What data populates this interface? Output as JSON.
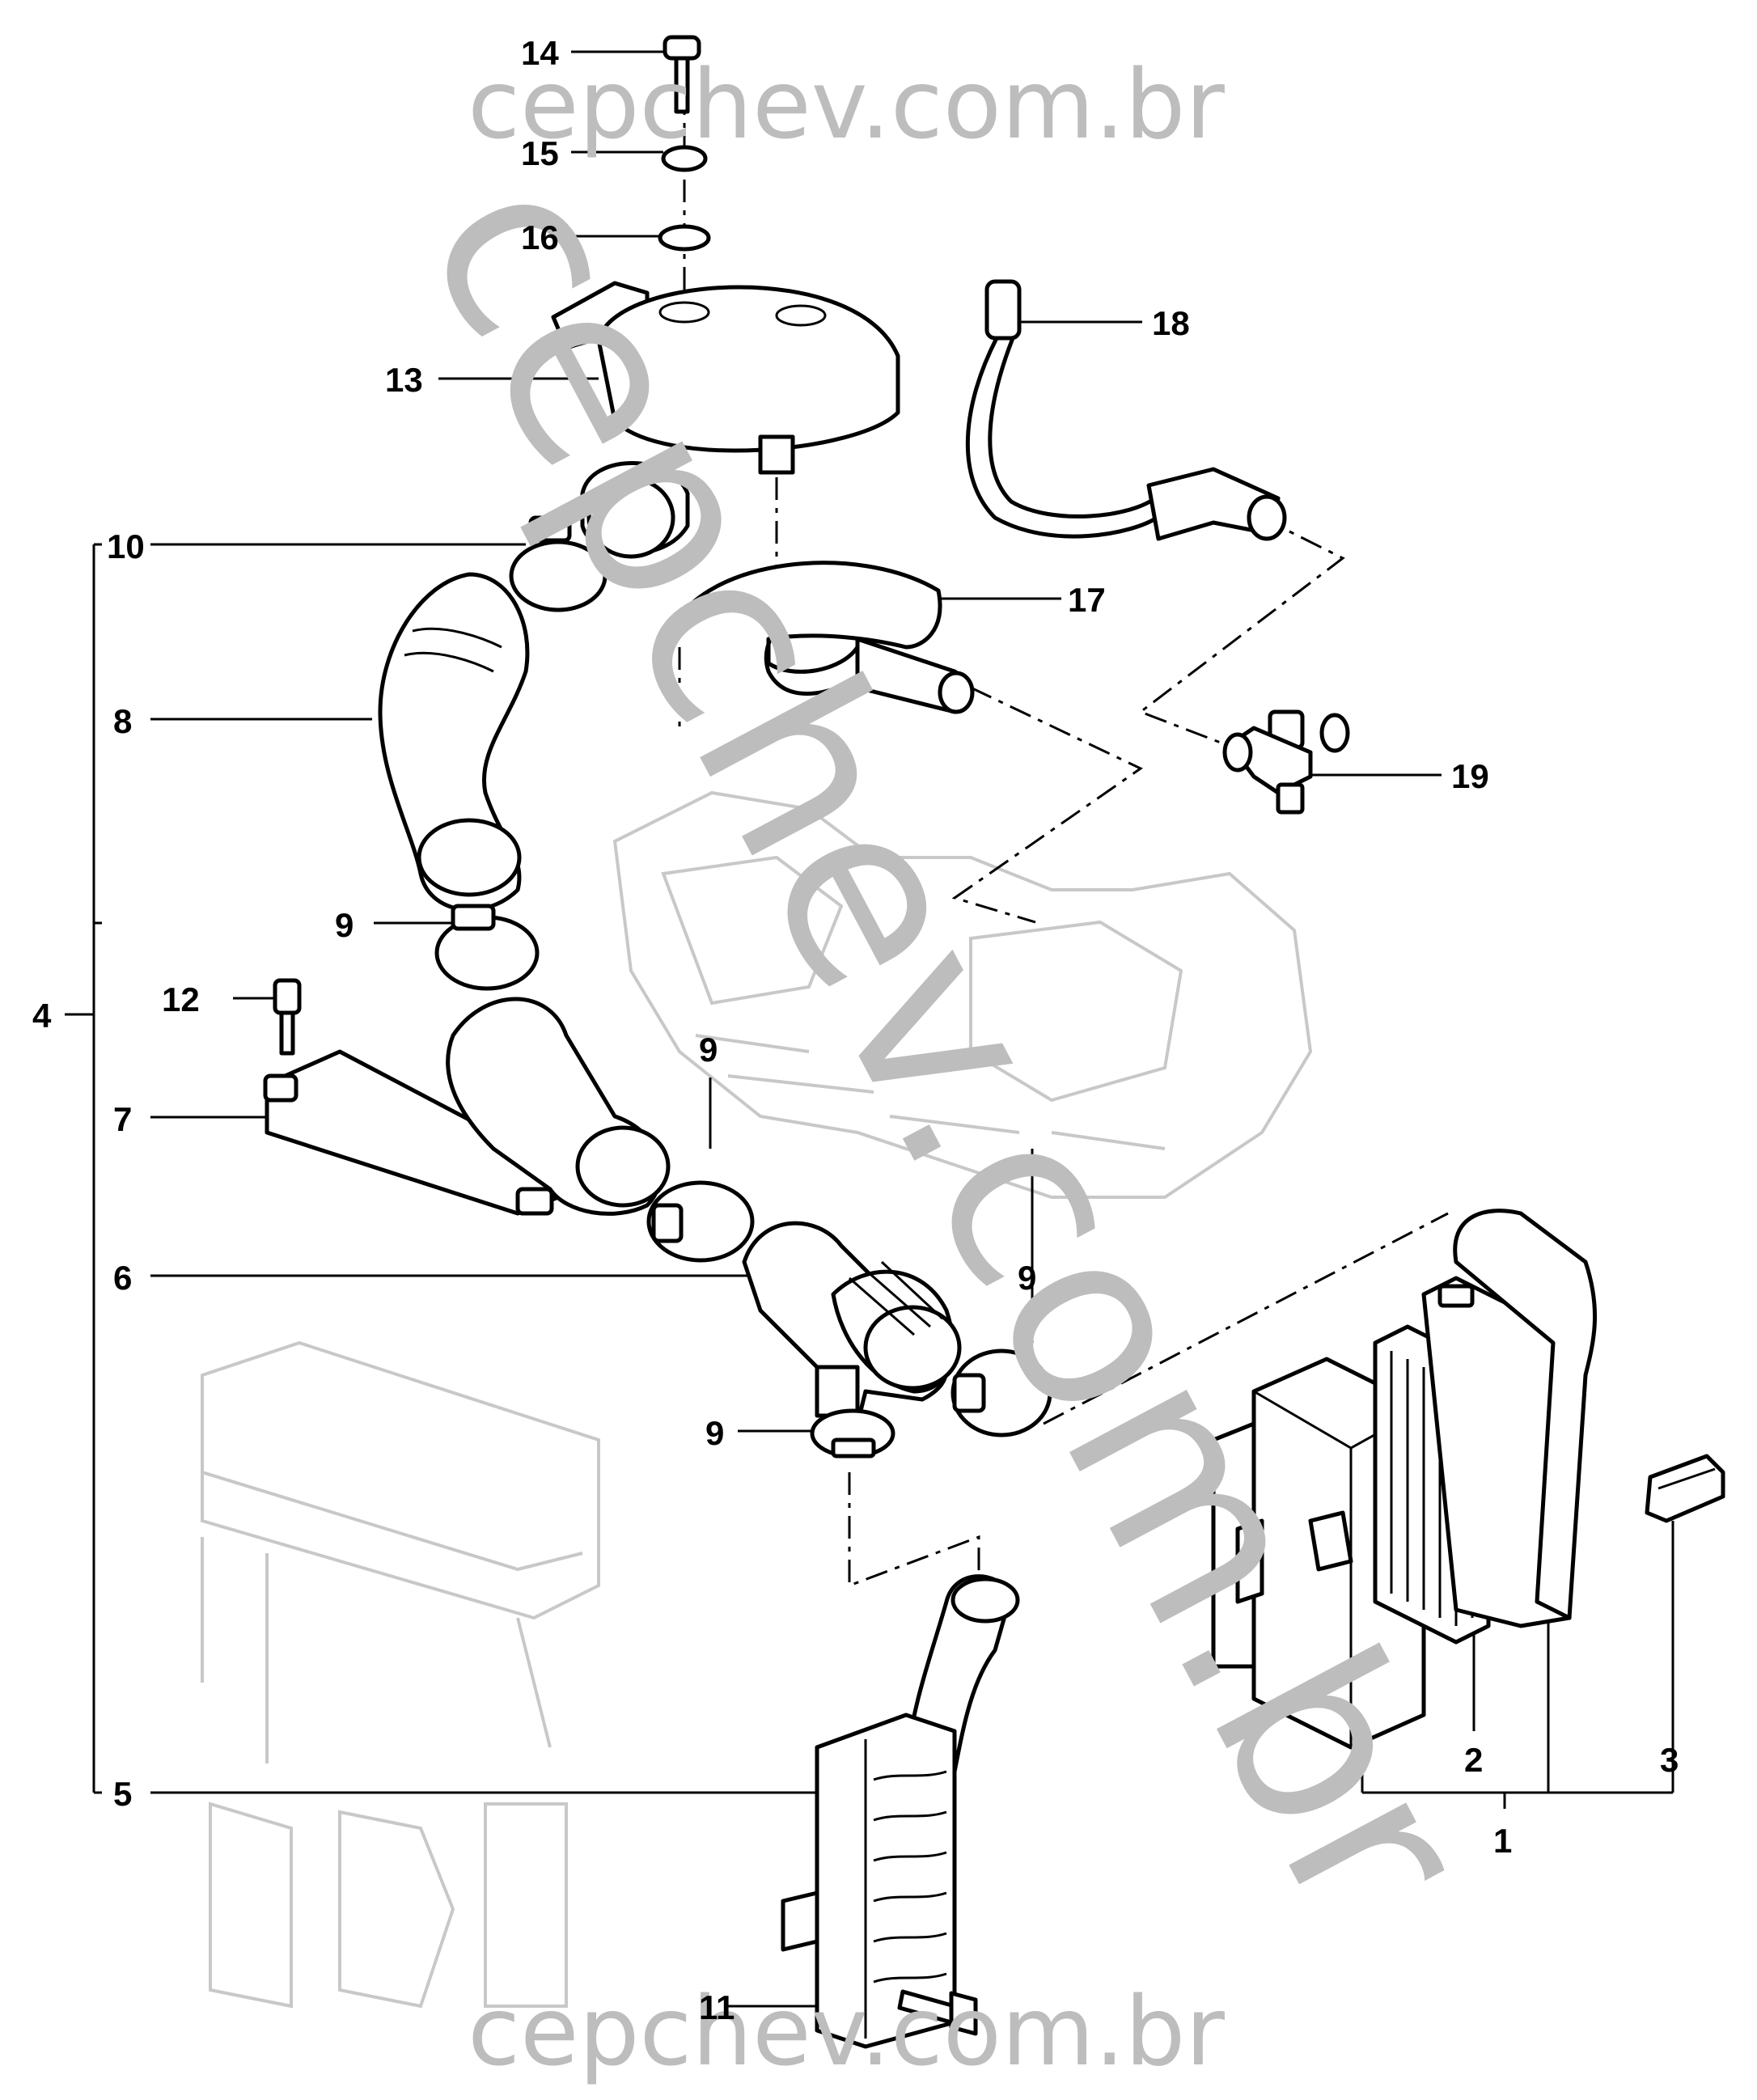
{
  "watermark": {
    "text": "cepchev.com.br",
    "color": "#bdbdbd"
  },
  "callouts": [
    {
      "id": "1",
      "label": "1"
    },
    {
      "id": "2",
      "label": "2"
    },
    {
      "id": "3",
      "label": "3"
    },
    {
      "id": "4",
      "label": "4"
    },
    {
      "id": "5",
      "label": "5"
    },
    {
      "id": "6",
      "label": "6"
    },
    {
      "id": "7",
      "label": "7"
    },
    {
      "id": "8",
      "label": "8"
    },
    {
      "id": "9a",
      "label": "9"
    },
    {
      "id": "9b",
      "label": "9"
    },
    {
      "id": "9c",
      "label": "9"
    },
    {
      "id": "9d",
      "label": "9"
    },
    {
      "id": "10",
      "label": "10"
    },
    {
      "id": "11",
      "label": "11"
    },
    {
      "id": "12",
      "label": "12"
    },
    {
      "id": "13",
      "label": "13"
    },
    {
      "id": "14",
      "label": "14"
    },
    {
      "id": "15",
      "label": "15"
    },
    {
      "id": "16",
      "label": "16"
    },
    {
      "id": "17",
      "label": "17"
    },
    {
      "id": "18",
      "label": "18"
    },
    {
      "id": "19",
      "label": "19"
    }
  ]
}
